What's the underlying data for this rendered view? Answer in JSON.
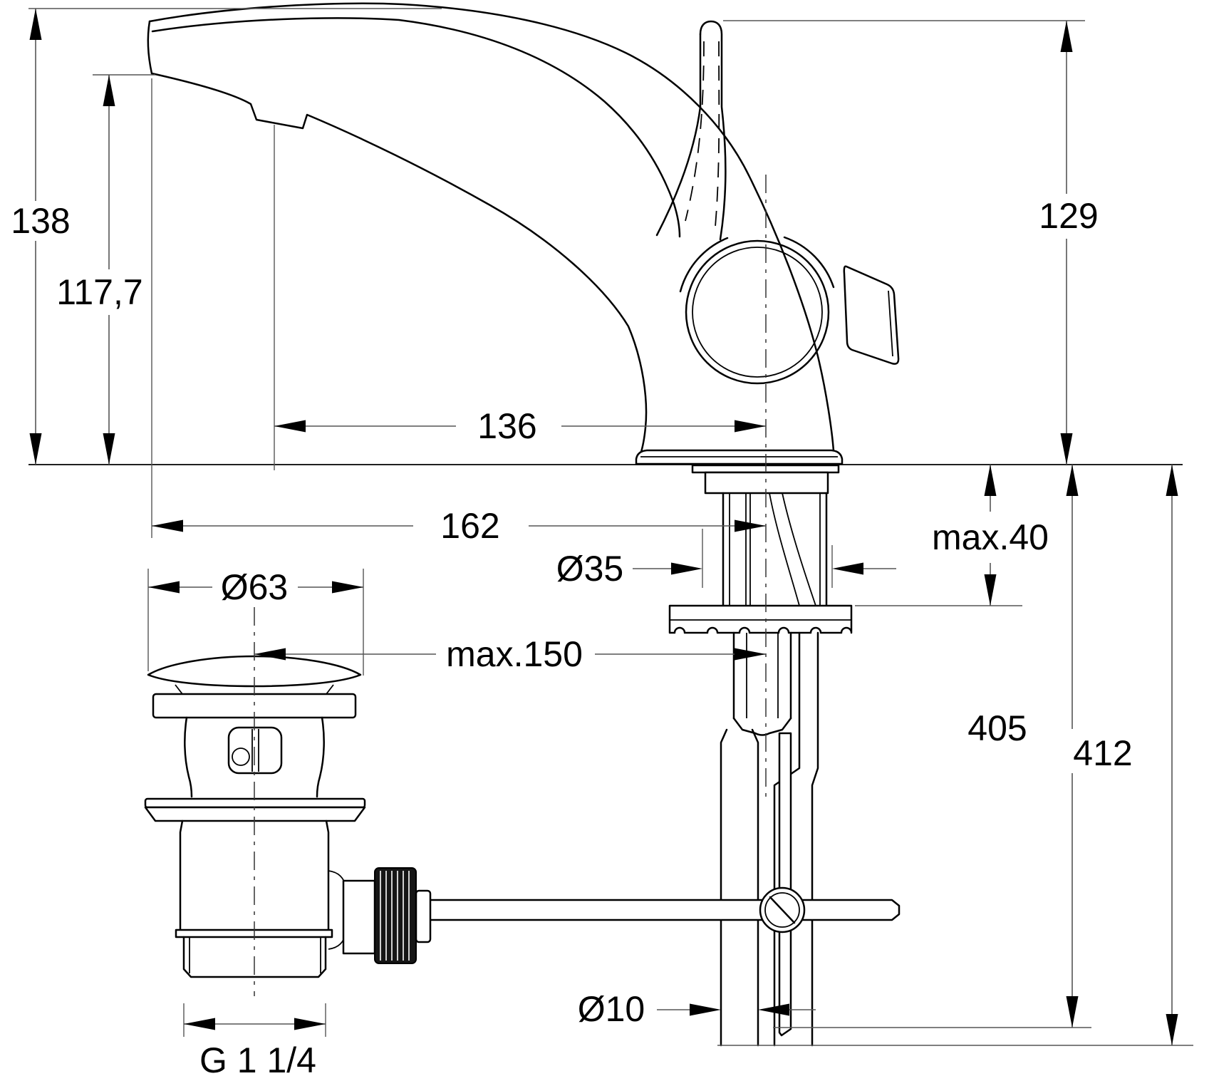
{
  "drawing": {
    "type": "technical-dimension-drawing",
    "subject": "single-lever basin mixer faucet, side view, with pop-up waste drain and below-deck installation parts",
    "background_color": "#ffffff",
    "outline_color": "#000000",
    "dimension_line_color": "#555555",
    "dimensions": {
      "spout_height": {
        "label": "138",
        "orientation": "vertical"
      },
      "outlet_height": {
        "label": "117,7",
        "orientation": "vertical"
      },
      "handle_height": {
        "label": "129",
        "orientation": "vertical"
      },
      "outlet_reach": {
        "label": "136",
        "orientation": "horizontal"
      },
      "tip_reach": {
        "label": "162",
        "orientation": "horizontal"
      },
      "shank_diameter": {
        "label": "Ø35",
        "orientation": "horizontal"
      },
      "deck_thickness": {
        "label": "max.40",
        "orientation": "vertical"
      },
      "plug_diameter": {
        "label": "Ø63",
        "orientation": "horizontal"
      },
      "drain_offset": {
        "label": "max.150",
        "orientation": "horizontal"
      },
      "hose_length": {
        "label": "405",
        "orientation": "vertical"
      },
      "overall_below_length": {
        "label": "412",
        "orientation": "vertical"
      },
      "rod_diameter": {
        "label": "Ø10",
        "orientation": "horizontal"
      },
      "waste_thread": {
        "label": "G 1 1/4",
        "orientation": "horizontal"
      }
    }
  }
}
